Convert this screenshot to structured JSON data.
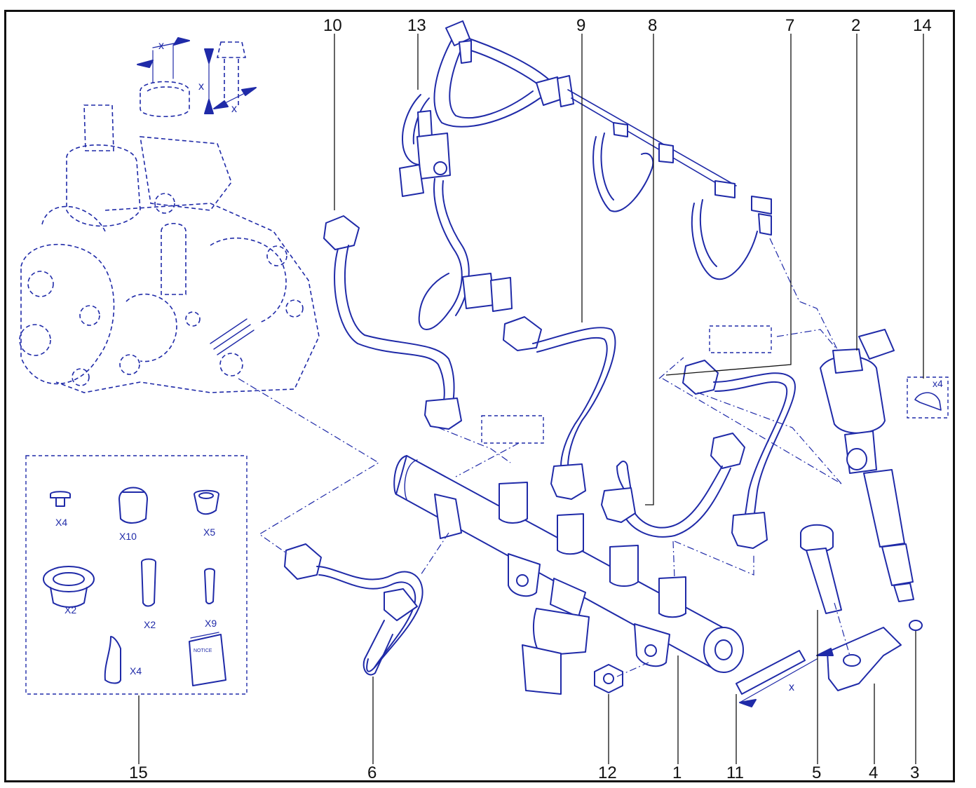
{
  "colors": {
    "line_art": "#1f2aa8",
    "callout": "#111111",
    "background": "#ffffff"
  },
  "callouts": {
    "n1": "1",
    "n2": "2",
    "n3": "3",
    "n4": "4",
    "n5": "5",
    "n6": "6",
    "n7": "7",
    "n8": "8",
    "n9": "9",
    "n10": "10",
    "n11": "11",
    "n12": "12",
    "n13": "13",
    "n14": "14",
    "n15": "15"
  },
  "dimension_label": "x",
  "kit": {
    "quantities": [
      "X4",
      "X10",
      "X5",
      "X2",
      "X2",
      "X9",
      "X4"
    ],
    "notice_label": "NOTICE"
  },
  "clip_quantity": "x4"
}
